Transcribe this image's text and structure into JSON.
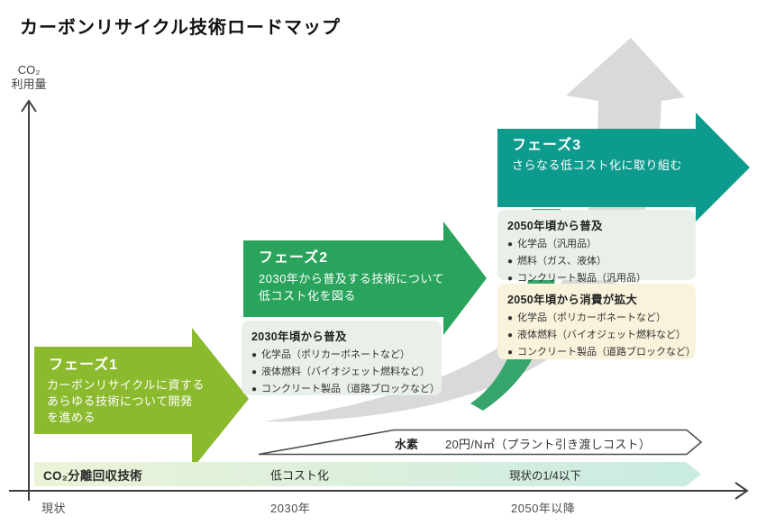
{
  "title": "カーボンリサイクル技術ロードマップ",
  "y_axis": {
    "line1": "CO₂",
    "line2": "利用量"
  },
  "x_axis": {
    "ticks": [
      "現状",
      "2030年",
      "2050年以降"
    ]
  },
  "glyphs": {
    "bullet": "●"
  },
  "colors": {
    "phase1_green": "#8cba2e",
    "phase2_green": "#2aa45c",
    "phase3_teal": "#0d9b8d",
    "background_swoosh_gray": "#d9d9d9",
    "secondary_swoosh_green": "#35a56b",
    "info_box_mint": "#e9f0e9",
    "info_box_cream": "#faf3dc",
    "band_gradient_start": "#ebf3d7",
    "band_gradient_end": "#c9ebe2"
  },
  "phases": [
    {
      "name": "フェーズ1",
      "desc": "カーボンリサイクルに資する\nあらゆる技術について開発\nを進める"
    },
    {
      "name": "フェーズ2",
      "desc": "2030年から普及する技術について\n低コスト化を図る"
    },
    {
      "name": "フェーズ3",
      "desc": "さらなる低コスト化に取り組む"
    }
  ],
  "info_boxes": [
    {
      "title": "2030年頃から普及",
      "items": [
        "化学品（ポリカーボネートなど）",
        "液体燃料（バイオジェット燃料など）",
        "コンクリート製品（道路ブロックなど）"
      ]
    },
    {
      "title": "2050年頃から普及",
      "items": [
        "化学品（汎用品）",
        "燃料（ガス、液体）",
        "コンクリート製品（汎用品）"
      ]
    },
    {
      "title": "2050年頃から消費が拡大",
      "items": [
        "化学品（ポリカーボネートなど）",
        "液体燃料（バイオジェット燃料など）",
        "コンクリート製品（道路ブロックなど）"
      ]
    }
  ],
  "hydrogen": {
    "label": "水素",
    "value": "20円/N㎥（プラント引き渡しコスト）"
  },
  "capture_band": {
    "label": "CO₂分離回収技術",
    "milestones": [
      "低コスト化",
      "現状の1/4以下"
    ]
  }
}
